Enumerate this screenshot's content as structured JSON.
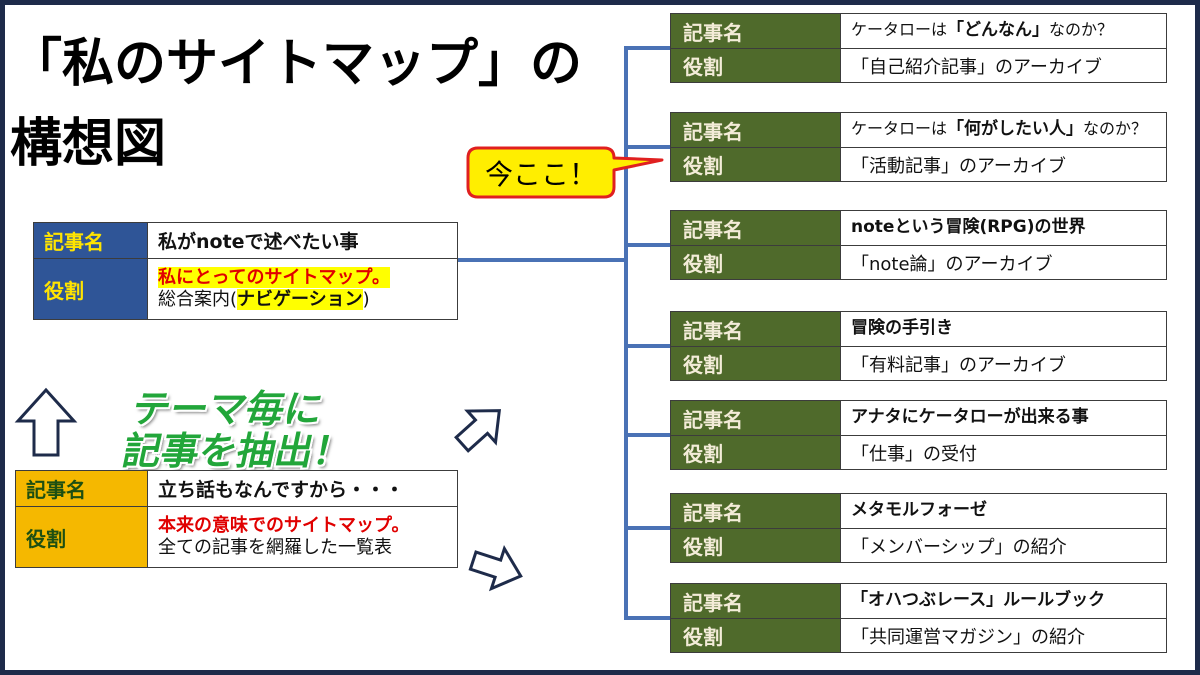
{
  "title": {
    "line1": "「私のサイトマップ」の",
    "line2": "構想図"
  },
  "colors": {
    "frame": "#1e2b4a",
    "connector": "#4a72b5",
    "main_label_bg": "#2f5597",
    "index_label_bg": "#f5b800",
    "archive_label_bg": "#4f6a2b",
    "highlight": "#ffff00",
    "emphasis_red": "#e00000",
    "theme_text": "#22a63a",
    "callout_bg": "#ffee00",
    "callout_border": "#e02020"
  },
  "main_table": {
    "name_label": "記事名",
    "name": "私がnoteで述べたい事",
    "role_label": "役割",
    "role_highlight": "私にとってのサイトマップ。",
    "role_line2_prefix": "総合案内(",
    "role_line2_bold": "ナビゲーション",
    "role_line2_suffix": ")"
  },
  "theme_text": {
    "line1": "テーマ毎に",
    "line2": "記事を抽出！"
  },
  "index_table": {
    "name_label": "記事名",
    "name": "立ち話もなんですから・・・",
    "role_label": "役割",
    "role_highlight": "本来の意味でのサイトマップ。",
    "role_line2": "全ての記事を網羅した一覧表"
  },
  "callout": {
    "text": "今ここ！"
  },
  "archives": [
    {
      "name_label": "記事名",
      "name_prefix": "ケータローは",
      "name_bold": "「どんなん」",
      "name_suffix": "なのか？",
      "role_label": "役割",
      "role": "「自己紹介記事」のアーカイブ"
    },
    {
      "name_label": "記事名",
      "name_prefix": "ケータローは",
      "name_bold": "「何がしたい人」",
      "name_suffix": "なのか？",
      "role_label": "役割",
      "role": "「活動記事」のアーカイブ"
    },
    {
      "name_label": "記事名",
      "name_prefix": "",
      "name_bold": "noteという冒険(RPG)の世界",
      "name_suffix": "",
      "role_label": "役割",
      "role": "「note論」のアーカイブ"
    },
    {
      "name_label": "記事名",
      "name_prefix": "",
      "name_bold": "冒険の手引き",
      "name_suffix": "",
      "role_label": "役割",
      "role": "「有料記事」のアーカイブ"
    },
    {
      "name_label": "記事名",
      "name_prefix": "",
      "name_bold": "アナタにケータローが出来る事",
      "name_suffix": "",
      "role_label": "役割",
      "role": "「仕事」の受付"
    },
    {
      "name_label": "記事名",
      "name_prefix": "",
      "name_bold": "メタモルフォーゼ",
      "name_suffix": "",
      "role_label": "役割",
      "role": "「メンバーシップ」の紹介"
    },
    {
      "name_label": "記事名",
      "name_prefix": "",
      "name_bold": "「オハつぶレース」ルールブック",
      "name_suffix": "",
      "role_label": "役割",
      "role": "「共同運営マガジン」の紹介"
    }
  ]
}
